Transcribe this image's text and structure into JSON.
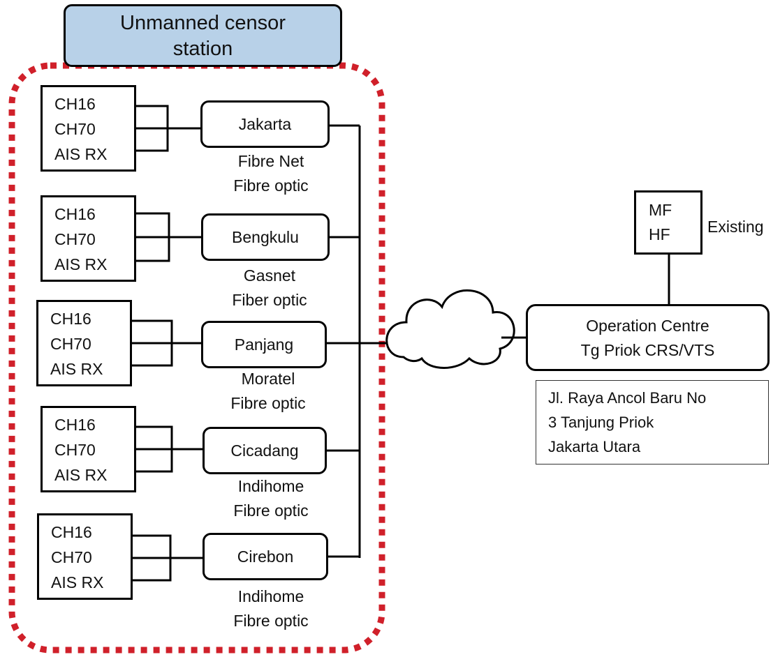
{
  "group": {
    "title_line1": "Unmanned censor",
    "title_line2": "station",
    "title_fill": "#b8d1e8",
    "border_color": "#d0202a"
  },
  "stations": [
    {
      "channels": [
        "CH16",
        "CH70",
        "AIS RX"
      ],
      "name": "Jakarta",
      "link_line1": "Fibre Net",
      "link_line2": "Fibre optic"
    },
    {
      "channels": [
        "CH16",
        "CH70",
        "AIS RX"
      ],
      "name": "Bengkulu",
      "link_line1": "Gasnet",
      "link_line2": "Fiber optic"
    },
    {
      "channels": [
        "CH16",
        "CH70",
        "AIS RX"
      ],
      "name": "Panjang",
      "link_line1": "Moratel",
      "link_line2": "Fibre optic"
    },
    {
      "channels": [
        "CH16",
        "CH70",
        "AIS RX"
      ],
      "name": "Cicadang",
      "link_line1": "Indihome",
      "link_line2": "Fibre optic"
    },
    {
      "channels": [
        "CH16",
        "CH70",
        "AIS RX"
      ],
      "name": "Cirebon",
      "link_line1": "Indihome",
      "link_line2": "Fibre optic"
    }
  ],
  "network": {
    "icon": "cloud-icon"
  },
  "operation_centre": {
    "line1": "Operation Centre",
    "line2": "Tg Priok CRS/VTS"
  },
  "existing": {
    "line1": "MF",
    "line2": "HF",
    "label": "Existing"
  },
  "address": {
    "line1": "Jl. Raya Ancol Baru No",
    "line2": "3 Tanjung Priok",
    "line3": "Jakarta Utara"
  }
}
